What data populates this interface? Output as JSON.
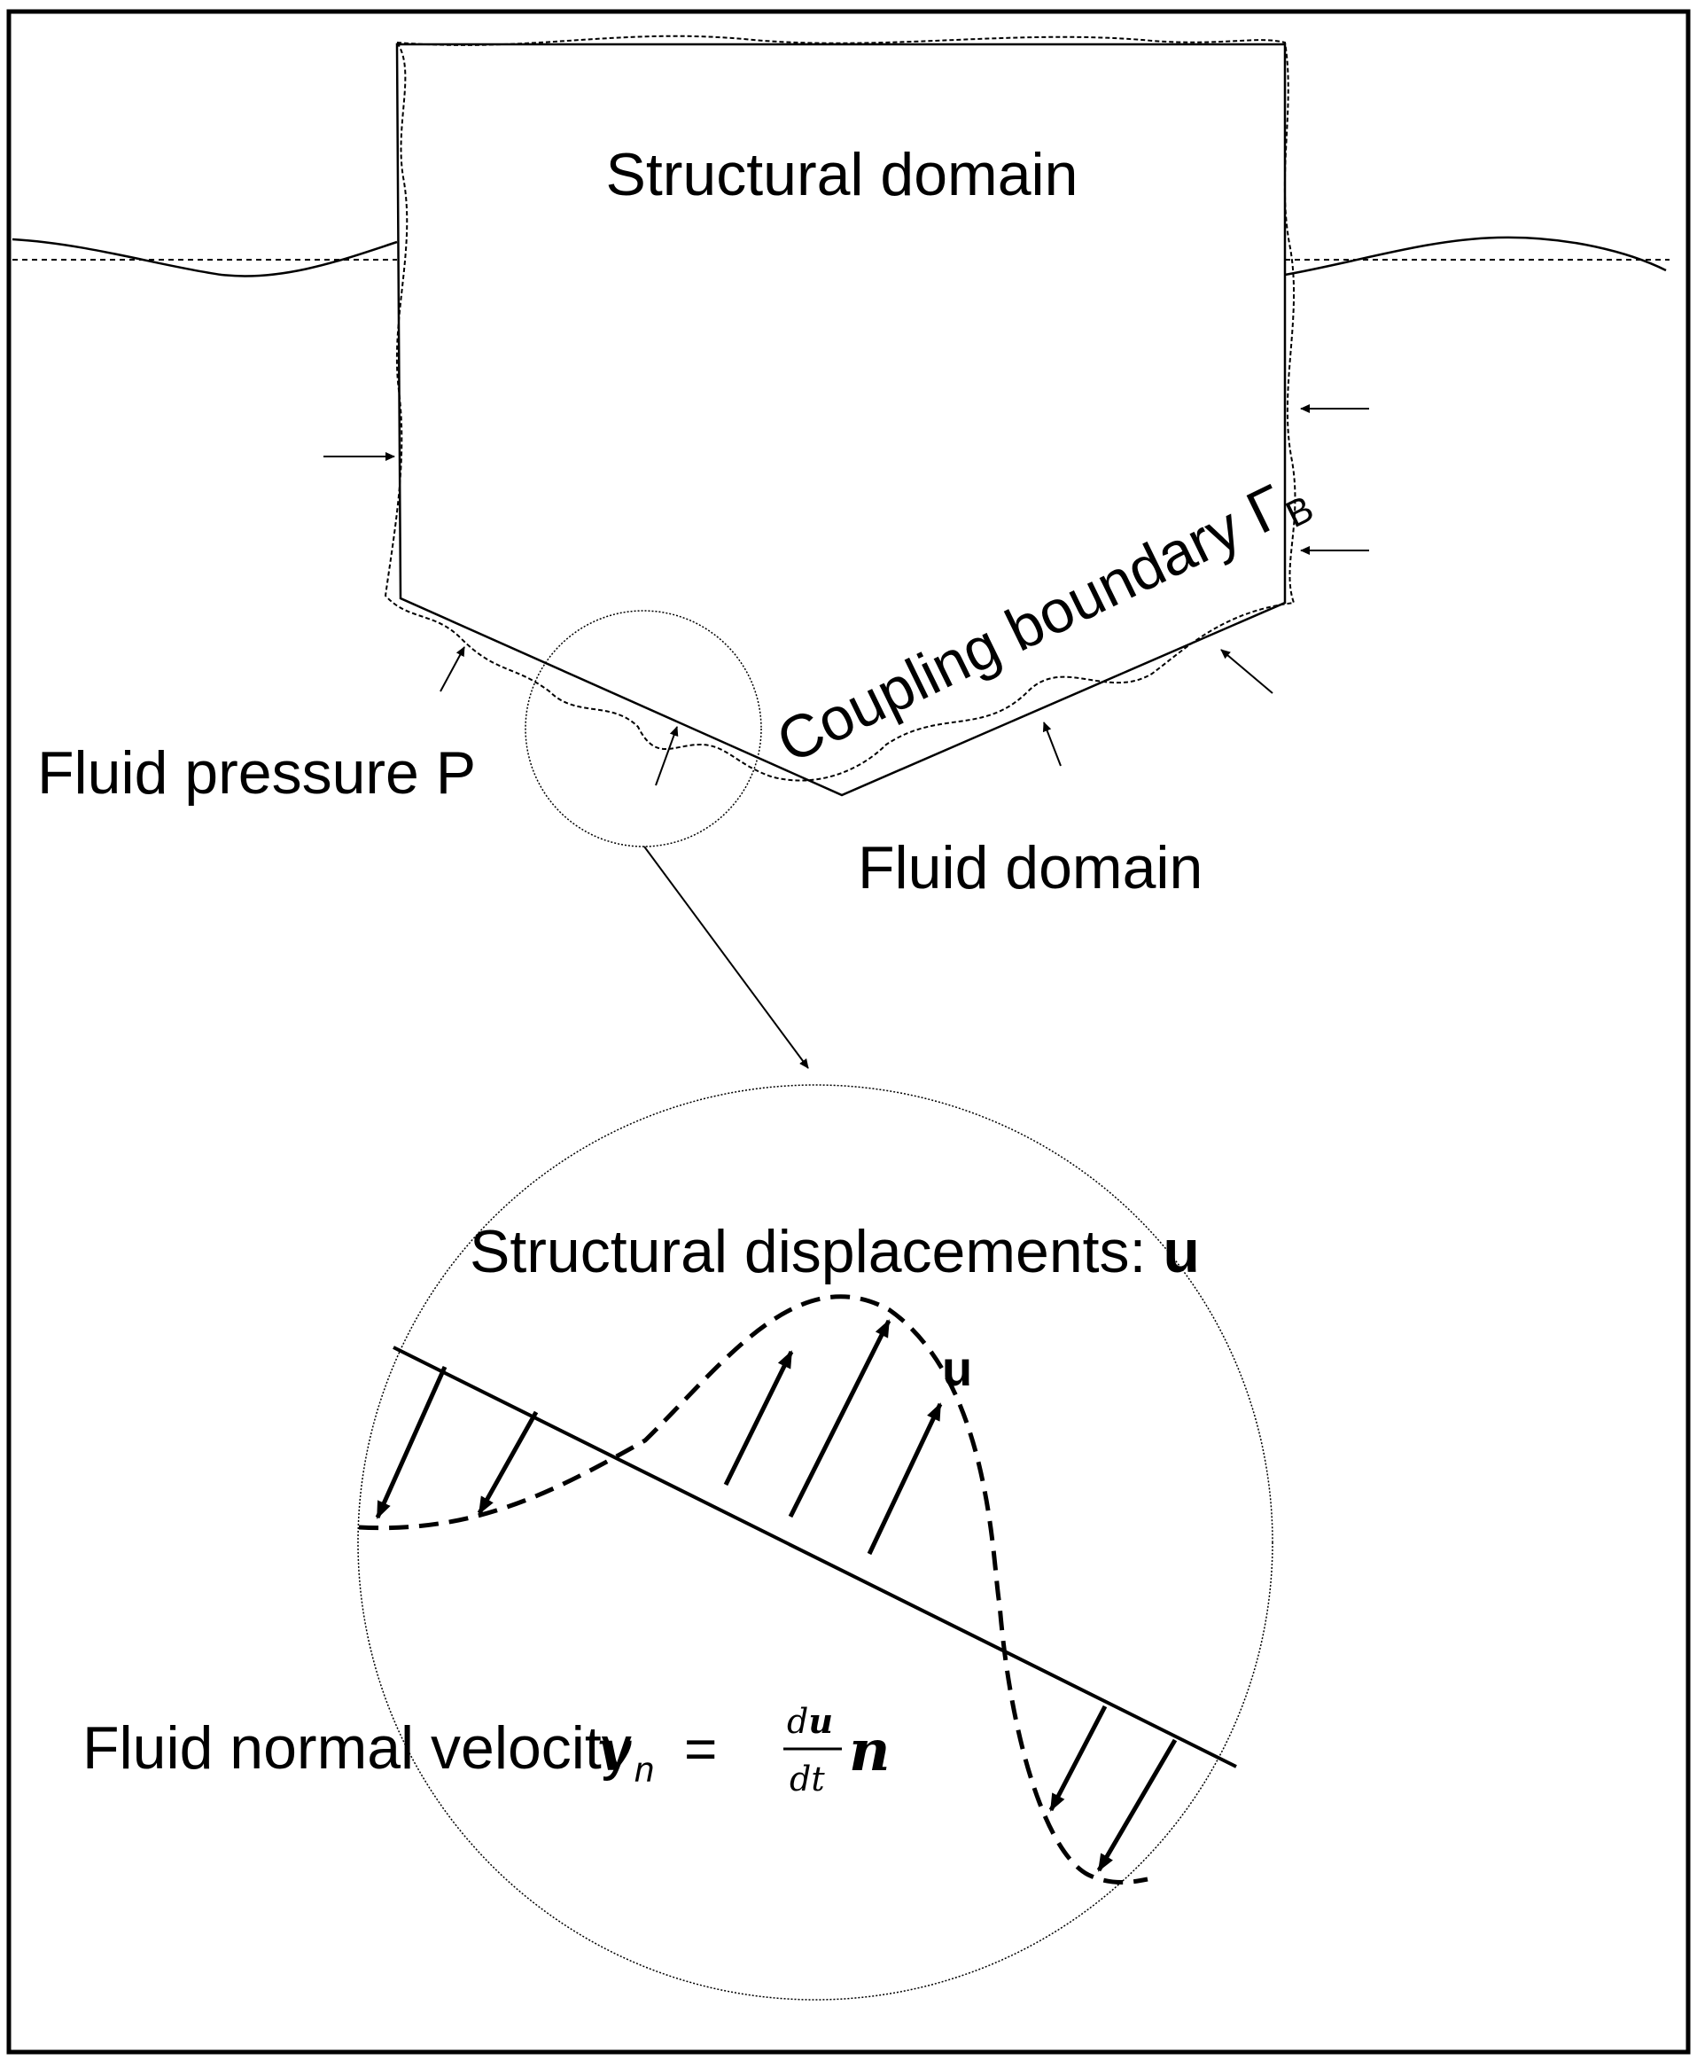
{
  "diagram": {
    "labels": {
      "structural_domain": "Structural domain",
      "fluid_domain": "Fluid domain",
      "fluid_pressure": "Fluid pressure P",
      "coupling_boundary": "Coupling boundary Γ",
      "coupling_boundary_sub": "B",
      "structural_displacements": "Structural displacements: ",
      "structural_displacements_symbol": "u",
      "u_marker": "u",
      "fluid_normal_velocity": "Fluid normal velocity ",
      "v_symbol": "v",
      "v_sub": "n",
      "equals": "=",
      "frac_num_d": "d",
      "frac_num_u": "u",
      "frac_den": "dt",
      "n_symbol": "n"
    }
  }
}
